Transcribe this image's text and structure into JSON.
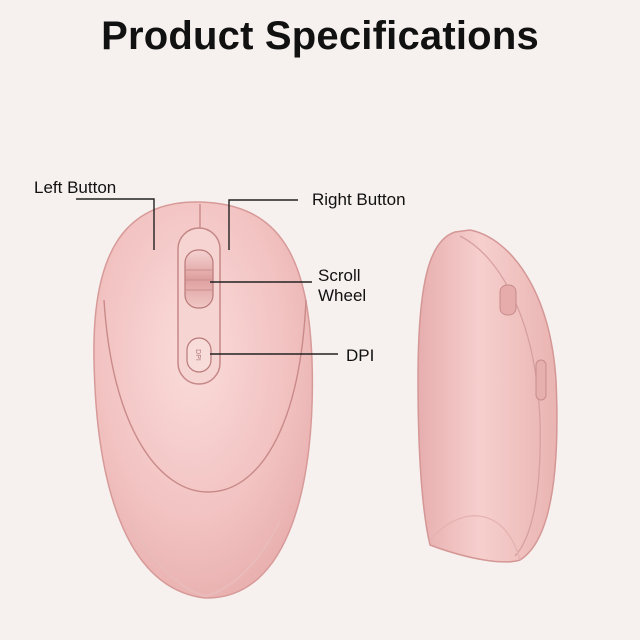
{
  "title": "Product Specifications",
  "labels": {
    "left_button": "Left Button",
    "right_button": "Right Button",
    "scroll_wheel": "Scroll\nWheel",
    "dpi": "DPI"
  },
  "button_text": {
    "dpi": "DPI"
  },
  "colors": {
    "background": "#f6f1ee",
    "mouse_body": "#f3c9c8",
    "mouse_shadow": "#e2a8a7",
    "line": "#222222"
  }
}
